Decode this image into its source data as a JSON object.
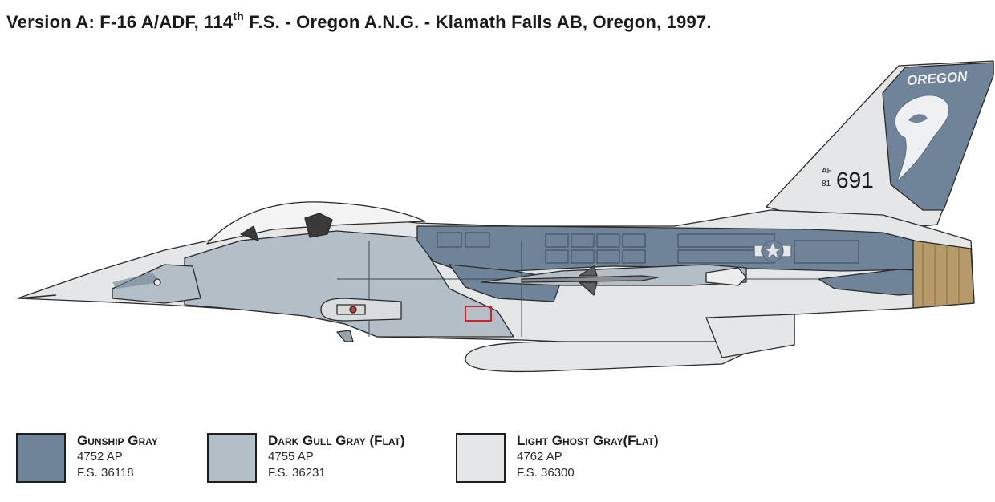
{
  "title": {
    "prefix": "Version A: F-16 A/ADF,  114",
    "superscript": "th",
    "suffix": " F.S. - Oregon A.N.G. - Klamath Falls AB, Oregon, 1997."
  },
  "aircraft": {
    "tail_text": "OREGON",
    "serial_prefix_top": "AF",
    "serial_prefix_bottom": "81",
    "serial_number": "691",
    "colors": {
      "gunship_gray": "#6f8498",
      "dark_gull_gray": "#b3bec6",
      "light_ghost_gray": "#e4e6e7",
      "exhaust": "#b79a6a",
      "canopy": "#f4f4f4",
      "outline": "#2b2b2b"
    }
  },
  "legend": [
    {
      "name": "Gunship Gray",
      "code": "4752 AP",
      "fs": "F.S. 36118",
      "color": "#6f8498"
    },
    {
      "name": "Dark Gull Gray (Flat)",
      "code": "4755 AP",
      "fs": "F.S. 36231",
      "color": "#b3bec6"
    },
    {
      "name": "Light Ghost Gray(Flat)",
      "code": "4762 AP",
      "fs": "F.S. 36300",
      "color": "#e4e6e7"
    }
  ]
}
